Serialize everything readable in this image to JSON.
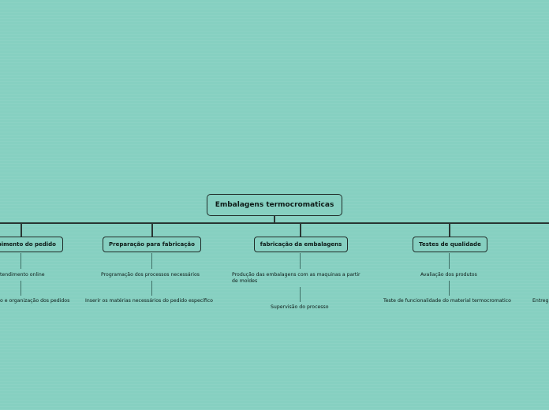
{
  "mindmap": {
    "root": {
      "label": "Embalagens termocromaticas"
    },
    "branches": [
      {
        "label": "bimento do pedido",
        "children": [
          "tendimento online",
          "o e organização dos pedidos"
        ]
      },
      {
        "label": "Preparação para fabricação",
        "children": [
          "Programação dos processos necessários",
          "Inserir os matérias necessários do pedido específico"
        ]
      },
      {
        "label": "fabricação da embalagens",
        "children": [
          "Produção das embalagens com as maquinas a partir",
          "de moldes",
          "Supervisão do processo"
        ]
      },
      {
        "label": "Testes de qualidade",
        "children": [
          "Avaliação dos produtos",
          "Teste de funcionalidade do material termocromatico"
        ]
      },
      {
        "label": "",
        "children": [
          "Entreg"
        ]
      }
    ]
  },
  "colors": {
    "background": "#86d0c1",
    "line": "#2a3633",
    "node_border": "#1f2b28",
    "text": "#0d1a17"
  }
}
